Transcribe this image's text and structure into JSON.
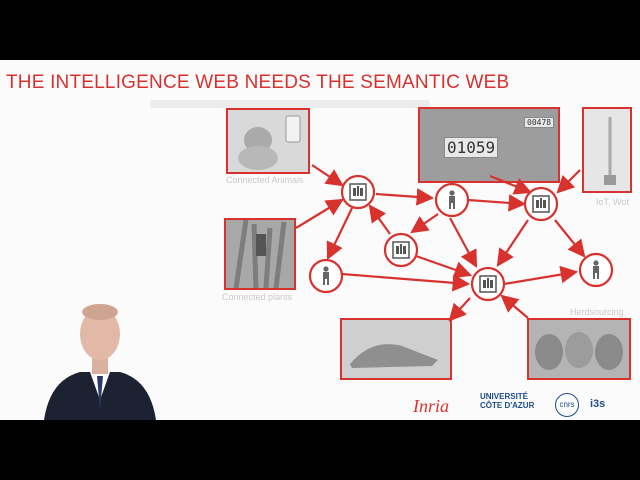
{
  "slide": {
    "title": "THE INTELLIGENCE WEB NEEDS THE SEMANTIC WEB",
    "labels": {
      "connected_animals": "Connected Animals",
      "iot_wot": "IoT, Wot",
      "connected_plants": "Connected plants",
      "herdsourcing": "Herdsourcing"
    },
    "counter_display": "01059",
    "counter_display_small": "00478",
    "logos": {
      "inria": "Inria",
      "universite_line1": "UNIVERSITÉ",
      "universite_line2": "CÔTE D'AZUR",
      "cnrs": "cnrs",
      "i3s": "i3s"
    }
  },
  "colors": {
    "accent": "#d8322f",
    "letterbox": "#000000",
    "slide_bg": "#fbfbfb"
  }
}
